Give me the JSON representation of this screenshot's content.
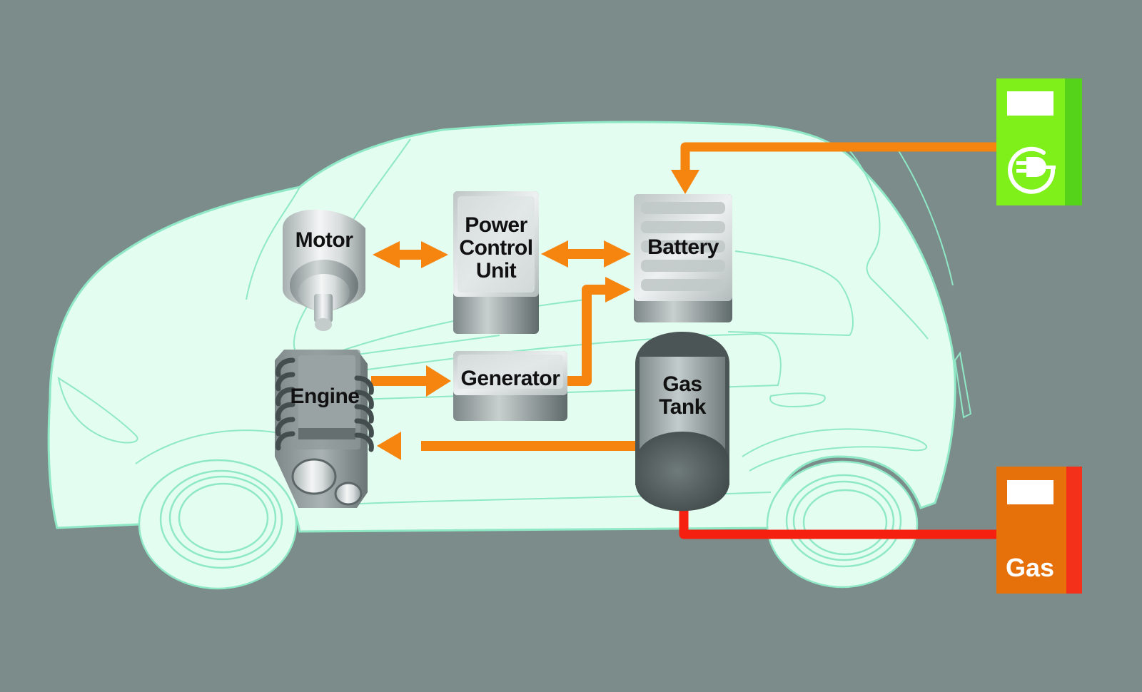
{
  "title": "Plug-in Hybrid Vehicle Powertrain",
  "colors": {
    "background": "#7c8c8b",
    "car_body": "#e3fdf1",
    "car_outline": "#8fe8c6",
    "flow_arrow": "#f5850f",
    "fuel_arrow": "#f5200f",
    "charger": "#7ff01a",
    "charger_edge": "#55d21a",
    "gas_pump": "#e6700a",
    "gas_pump_edge": "#f5301a"
  },
  "components": {
    "motor": {
      "label_lines": [
        "Motor"
      ]
    },
    "pcu": {
      "label_lines": [
        "Power",
        "Control",
        "Unit"
      ]
    },
    "battery": {
      "label_lines": [
        "Battery"
      ]
    },
    "engine": {
      "label_lines": [
        "Engine"
      ]
    },
    "generator": {
      "label_lines": [
        "Generator"
      ]
    },
    "gas_tank": {
      "label_lines": [
        "Gas",
        "Tank"
      ]
    }
  },
  "stations": {
    "charger": {
      "icon": "ev-plug-icon",
      "label": ""
    },
    "gas_pump": {
      "icon": "fuel-pump-icon",
      "label": "Gas"
    }
  },
  "flows": [
    {
      "from": "Motor",
      "to": "Power Control Unit",
      "direction": "bidirectional",
      "kind": "electric"
    },
    {
      "from": "Power Control Unit",
      "to": "Battery",
      "direction": "bidirectional",
      "kind": "electric"
    },
    {
      "from": "Engine",
      "to": "Generator",
      "direction": "forward",
      "kind": "mechanical"
    },
    {
      "from": "Generator",
      "to": "Battery",
      "direction": "forward",
      "kind": "electric"
    },
    {
      "from": "Gas Tank",
      "to": "Engine",
      "direction": "forward",
      "kind": "fuel"
    },
    {
      "from": "Charger",
      "to": "Battery",
      "direction": "forward",
      "kind": "electric"
    },
    {
      "from": "Gas Pump",
      "to": "Gas Tank",
      "direction": "forward",
      "kind": "fuel"
    }
  ]
}
